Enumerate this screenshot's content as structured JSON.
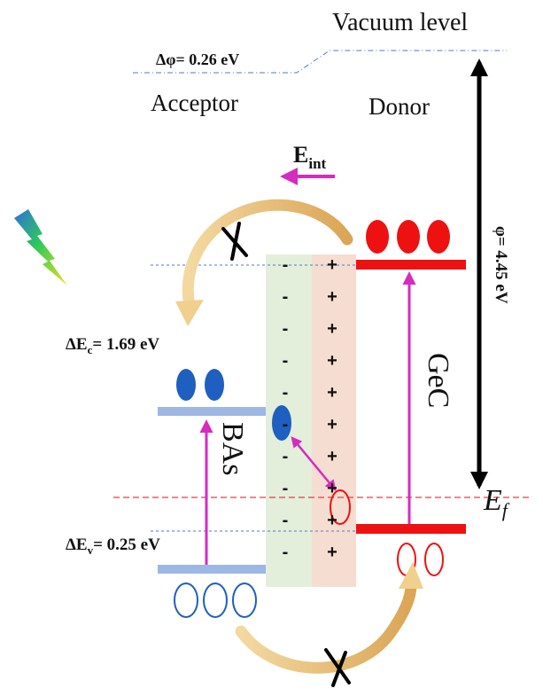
{
  "labels": {
    "vacuum_level": "Vacuum level",
    "delta_phi": "Δφ= 0.26 eV",
    "acceptor": "Acceptor",
    "donor": "Donor",
    "e_int_main": "E",
    "e_int_sub": "int",
    "phi": "φ= 4.45 eV",
    "delta_ec_main": "ΔE",
    "delta_ec_sub": "c",
    "delta_ec_value": "= 1.69 eV",
    "delta_ev_main": "ΔE",
    "delta_ev_sub": "v",
    "delta_ev_value": "= 0.25 eV",
    "bas": "BAs",
    "gec": "GeC",
    "ef_main": "E",
    "ef_sub": "f"
  },
  "charges": {
    "negative": [
      "-",
      "-",
      "-",
      "-",
      "-",
      "-",
      "-",
      "-",
      "-",
      "-"
    ],
    "positive": [
      "+",
      "+",
      "+",
      "+",
      "+",
      "+",
      "+",
      "+",
      "+",
      "+"
    ]
  },
  "colors": {
    "red": "#ee1111",
    "blue": "#1e5fc0",
    "light_blue_band": "#9db7e3",
    "magenta": "#d62bbf",
    "green_region": "#e3eedb",
    "orange_region": "#f6ddd1",
    "curve_arrow": "#e8b866",
    "dashed_blue": "#4a7bd0",
    "dashed_red": "#e04040"
  }
}
